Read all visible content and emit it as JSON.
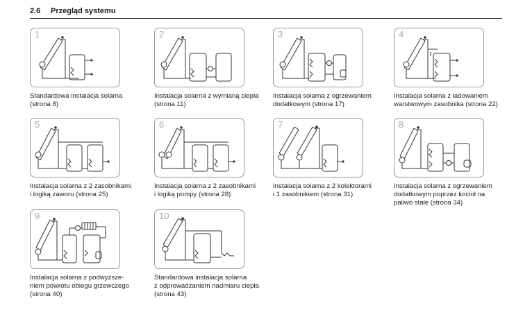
{
  "section": {
    "number": "2.6",
    "title": "Przegląd systemu"
  },
  "items": [
    {
      "num": "1",
      "lines": [
        "Standardowa instalacja solarna",
        "(strona 8)"
      ]
    },
    {
      "num": "2",
      "lines": [
        "Instalacja solarna z wymianą ciepła",
        "(strona 11)"
      ]
    },
    {
      "num": "3",
      "lines": [
        "Instalacja solarna z ogrzewaniem",
        "dodatkowym (strona 17)"
      ]
    },
    {
      "num": "4",
      "lines": [
        "Instalacja solarna z ładowaniem",
        "warstwowym zasobnika (strona 22)"
      ]
    },
    {
      "num": "5",
      "lines": [
        "Instalacja solarna z 2 zasobnikami",
        "i logiką zaworu (strona 25)"
      ]
    },
    {
      "num": "6",
      "lines": [
        "Instalacja solarna z 2 zasobnikami",
        "i logiką pompy (strona 28)"
      ]
    },
    {
      "num": "7",
      "lines": [
        "Instalacja solarna z 2 kolektorami",
        "i 1 zasobnikiem (strona 31)"
      ]
    },
    {
      "num": "8",
      "lines": [
        "Instalacja solarna z ogrzewaniem",
        "dodatkowym poprzez kocioł na",
        "paliwo stałe (strona 34)"
      ]
    },
    {
      "num": "9",
      "lines": [
        "Instalacja solarna z podwyższe-",
        "niem powrotu obiegu grzewczego",
        "(strona 40)"
      ]
    },
    {
      "num": "10",
      "lines": [
        "Standardowa instalacja solarna",
        "z odprowadzaniem nadmiaru ciepła",
        "(strona 43)"
      ]
    }
  ]
}
